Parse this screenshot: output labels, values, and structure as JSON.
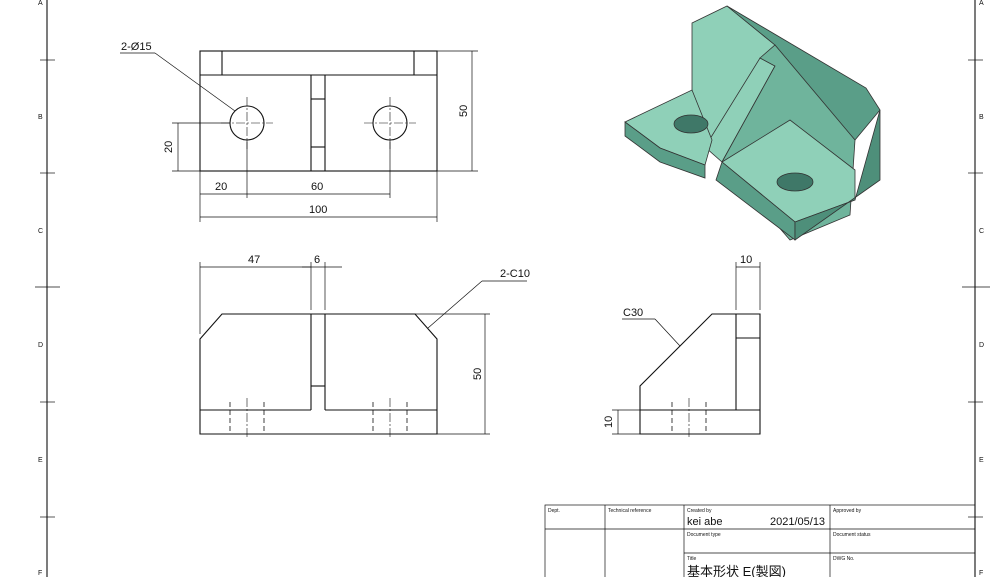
{
  "sheet": {
    "zones_left": [
      "A",
      "B",
      "C",
      "D",
      "E",
      "F"
    ],
    "zones_right": [
      "A",
      "B",
      "C",
      "D",
      "E",
      "F"
    ]
  },
  "views": {
    "top": {
      "dims": {
        "holes": "2-Ø15",
        "hole_y": "20",
        "left_offset": "20",
        "spacing": "60",
        "total_width": "100",
        "depth": "50"
      }
    },
    "front": {
      "dims": {
        "left_width": "47",
        "rib": "6",
        "chamfer": "2-C10",
        "height": "50"
      }
    },
    "side": {
      "dims": {
        "wall": "10",
        "chamfer": "C30",
        "base": "10"
      }
    }
  },
  "model_color": "#8fd0b8",
  "title_block": {
    "dept_label": "Dept.",
    "tech_ref_label": "Technical reference",
    "created_label": "Created by",
    "created_value": "kei abe",
    "date": "2021/05/13",
    "approved_label": "Approved by",
    "doc_type_label": "Document type",
    "doc_status_label": "Document status",
    "title_label": "Title",
    "title_value": "基本形状 E(製図)",
    "dwg_label": "DWG No."
  }
}
